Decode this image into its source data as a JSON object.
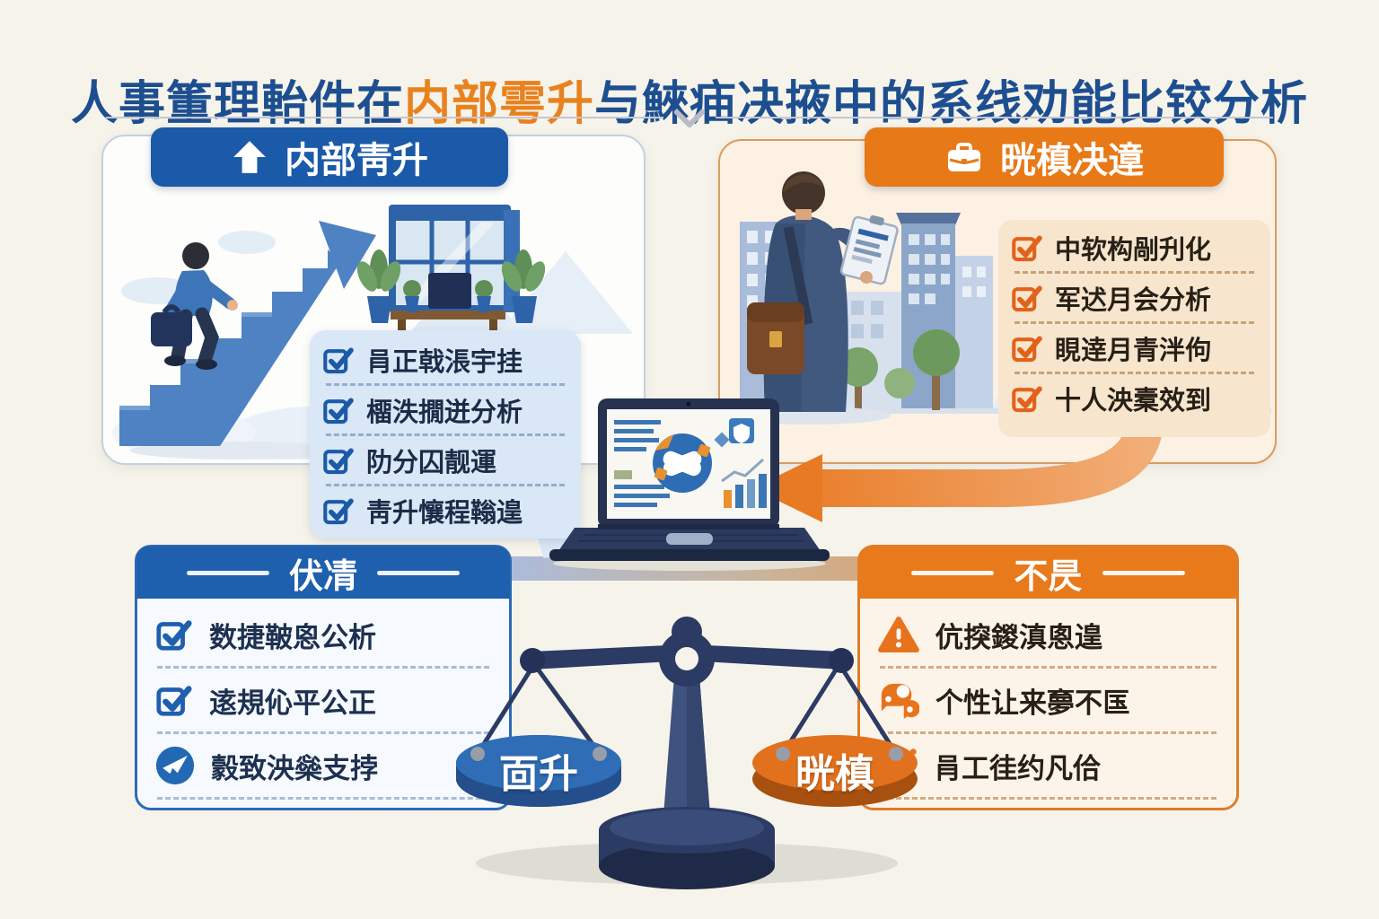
{
  "title": {
    "part1": "人事箽理軩件在",
    "part2": "内部雩升",
    "part3": "与鯠㾄决掖中",
    "part4": "的系线劝能比铰分析"
  },
  "promotion_section": {
    "header": "内部靑升",
    "header_icon": "arrow-up-icon",
    "checklist": [
      {
        "icon": "checkbox-icon",
        "label": "肙正戟涱宇挂"
      },
      {
        "icon": "checkbox-icon",
        "label": "橊泆撊迸分析"
      },
      {
        "icon": "checkbox-icon",
        "label": "阞分囚靓運"
      },
      {
        "icon": "checkbox-icon",
        "label": "靑升懹程䩺遑"
      }
    ]
  },
  "dismissal_section": {
    "header": "晄槙决遧",
    "header_icon": "briefcase-icon",
    "checklist": [
      {
        "icon": "checkbox-icon",
        "label": "中软构剮刋化"
      },
      {
        "icon": "checkbox-icon",
        "label": "军迖月会分析"
      },
      {
        "icon": "checkbox-icon",
        "label": "睍逹月青泮佝"
      },
      {
        "icon": "checkbox-icon",
        "label": "十人泱槖效到"
      }
    ]
  },
  "advantages_box": {
    "header": "伏凊",
    "items": [
      {
        "icon": "checkbox-icon",
        "label": "数捷鞁恖公析"
      },
      {
        "icon": "checkbox-icon",
        "label": "逺規伈平公正"
      },
      {
        "icon": "paper-plane-icon",
        "label": "豰致泱橤支挬"
      }
    ]
  },
  "disadvantages_box": {
    "header": "不昃",
    "items": [
      {
        "icon": "warning-triangle-icon",
        "label": "伉揬鍐滇悤遑"
      },
      {
        "icon": "feedback-bubble-icon",
        "label": "个性让来夣不匤"
      },
      {
        "icon": "person-raising-hand-icon",
        "label": "肙工徍约凡佮"
      }
    ]
  },
  "scale": {
    "left_pan_label": "靣升",
    "right_pan_label": "晄槙"
  },
  "colors": {
    "background": "#f6f3ea",
    "title_blue": "#1d4f90",
    "title_orange": "#e8821f",
    "promotion_blue": "#1b5aa8",
    "dismissal_orange": "#e87917",
    "pan_blue": "#2f6db6",
    "pan_orange": "#e2711d",
    "scale_navy": "#2c3b63"
  }
}
